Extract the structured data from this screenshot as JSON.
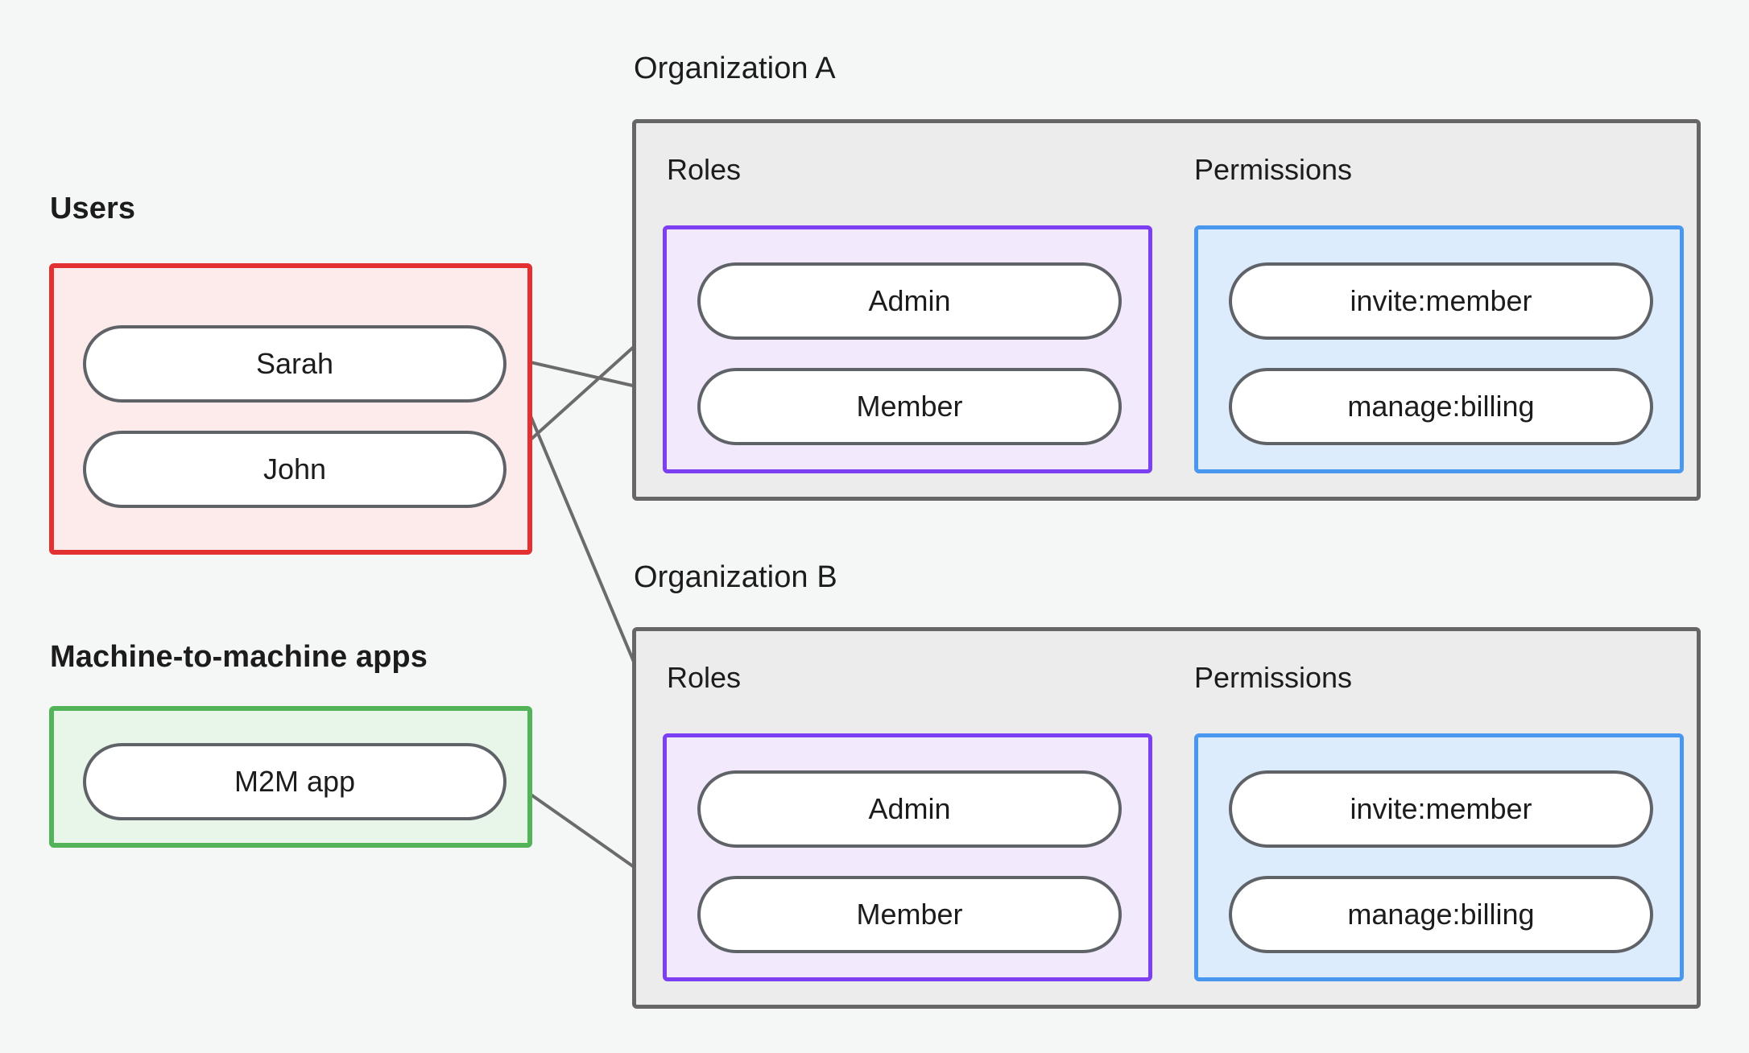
{
  "diagram": {
    "title_users": "Users",
    "title_m2m": "Machine-to-machine apps",
    "title_org_a": "Organization A",
    "title_org_b": "Organization B",
    "label_roles": "Roles",
    "label_permissions": "Permissions",
    "users": [
      {
        "id": "sarah",
        "label": "Sarah"
      },
      {
        "id": "john",
        "label": "John"
      }
    ],
    "m2m_apps": [
      {
        "id": "m2m",
        "label": "M2M app"
      }
    ],
    "organizations": [
      {
        "id": "org-a",
        "name": "Organization A",
        "roles_label": "Roles",
        "permissions_label": "Permissions",
        "roles": [
          {
            "id": "a-admin",
            "label": "Admin"
          },
          {
            "id": "a-member",
            "label": "Member"
          }
        ],
        "permissions": [
          {
            "id": "a-invite",
            "label": "invite:member"
          },
          {
            "id": "a-billing",
            "label": "manage:billing"
          }
        ]
      },
      {
        "id": "org-b",
        "name": "Organization B",
        "roles_label": "Roles",
        "permissions_label": "Permissions",
        "roles": [
          {
            "id": "b-admin",
            "label": "Admin"
          },
          {
            "id": "b-member",
            "label": "Member"
          }
        ],
        "permissions": [
          {
            "id": "b-invite",
            "label": "invite:member"
          },
          {
            "id": "b-billing",
            "label": "manage:billing"
          }
        ]
      }
    ],
    "connections": [
      {
        "from": "sarah",
        "to": "a-member"
      },
      {
        "from": "sarah",
        "to": "b-admin"
      },
      {
        "from": "john",
        "to": "a-admin"
      },
      {
        "from": "m2m",
        "to": "b-member"
      },
      {
        "from": "a-admin",
        "to": "a-invite"
      },
      {
        "from": "a-admin",
        "to": "a-billing"
      },
      {
        "from": "a-member",
        "to": "a-billing"
      },
      {
        "from": "b-admin",
        "to": "b-invite"
      },
      {
        "from": "b-admin",
        "to": "b-billing"
      },
      {
        "from": "b-member",
        "to": "b-billing"
      }
    ],
    "colors": {
      "canvas": "#f5f7f6",
      "users_border": "#e33131",
      "users_fill": "#fdeaea",
      "m2m_border": "#52b359",
      "m2m_fill": "#e7f6e9",
      "org_border": "#666666",
      "org_fill": "#ececec",
      "roles_border": "#7d3ff2",
      "roles_fill": "#f2e9fd",
      "perms_border": "#4a97f0",
      "perms_fill": "#ddecfd",
      "node_border": "#5f6368",
      "node_fill": "#ffffff",
      "edge": "#6b6b6b",
      "text": "#1c1c1c"
    }
  }
}
